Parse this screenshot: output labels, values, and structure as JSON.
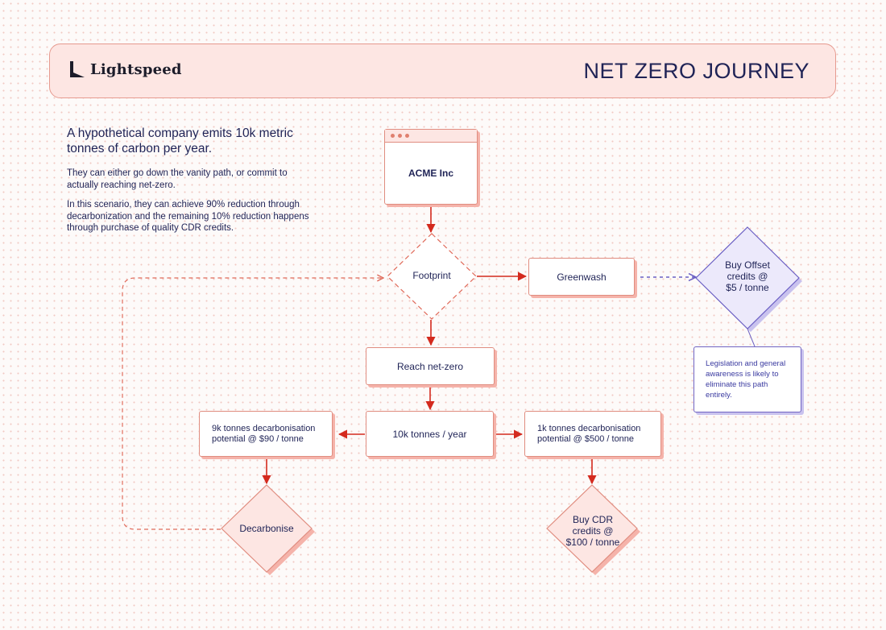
{
  "header": {
    "brand": "Lightspeed",
    "title": "NET ZERO JOURNEY"
  },
  "intro": {
    "headline": "A hypothetical company emits 10k metric tonnes of carbon per year.",
    "paragraph1": "They can either go down the vanity path, or commit to actually reaching net-zero.",
    "paragraph2": "In this scenario, they can achieve 90% reduction through decarbonization and the remaining 10% reduction happens through purchase of quality CDR credits."
  },
  "nodes": {
    "acme": "ACME Inc",
    "footprint": "Footprint",
    "greenwash": "Greenwash",
    "buy_offset": [
      "Buy Offset",
      "credits @",
      "$5 / tonne"
    ],
    "reach_net_zero": "Reach net-zero",
    "emissions": "10k tonnes / year",
    "decarb_potential": [
      "9k tonnes decarbonisation",
      "potential @ $90 / tonne"
    ],
    "cdr_potential": [
      "1k tonnes decarbonisation",
      "potential @ $500 / tonne"
    ],
    "decarbonise": "Decarbonise",
    "buy_cdr": [
      "Buy CDR",
      "credits @",
      "$100 / tonne"
    ]
  },
  "note": "Legislation and general awareness is likely to eliminate this path entirely.",
  "colors": {
    "accent_red": "#d42a1e",
    "coral_border": "#e08d80",
    "pink_fill": "#fde6e3",
    "purple": "#6b5fc4",
    "purple_fill": "#ece9fb",
    "navy_text": "#1f2356"
  }
}
